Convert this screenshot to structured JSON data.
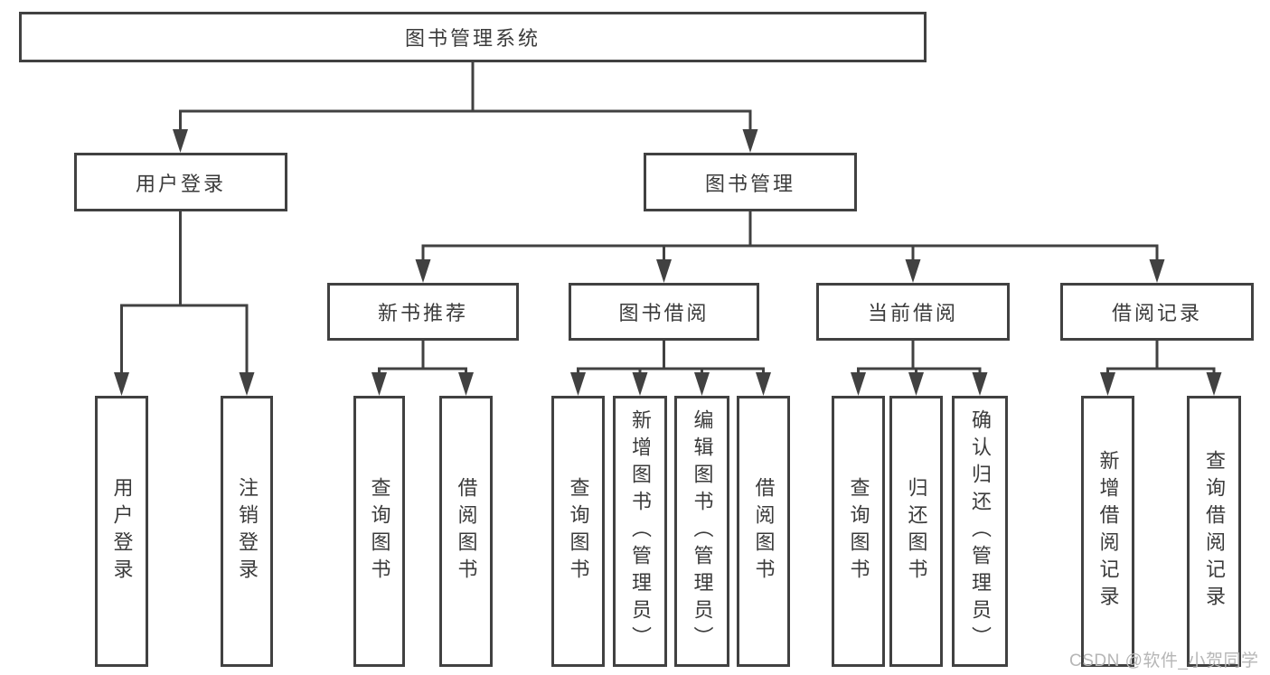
{
  "tree": {
    "root": {
      "label": "图书管理系统",
      "children": [
        {
          "label": "用户登录",
          "children": [
            {
              "label": "用户登录"
            },
            {
              "label": "注销登录"
            }
          ]
        },
        {
          "label": "图书管理",
          "children": [
            {
              "label": "新书推荐",
              "children": [
                {
                  "label": "查询图书"
                },
                {
                  "label": "借阅图书"
                }
              ]
            },
            {
              "label": "图书借阅",
              "children": [
                {
                  "label": "查询图书"
                },
                {
                  "label": "新增图书（管理员）"
                },
                {
                  "label": "编辑图书（管理员）"
                },
                {
                  "label": "借阅图书"
                }
              ]
            },
            {
              "label": "当前借阅",
              "children": [
                {
                  "label": "查询图书"
                },
                {
                  "label": "归还图书"
                },
                {
                  "label": "确认归还（管理员）"
                }
              ]
            },
            {
              "label": "借阅记录",
              "children": [
                {
                  "label": "新增借阅记录"
                },
                {
                  "label": "查询借阅记录"
                }
              ]
            }
          ]
        }
      ]
    }
  },
  "watermark": {
    "text": "CSDN @软件_小贺同学"
  },
  "colors": {
    "line": "#414141",
    "box_border": "#414141",
    "text": "#3b3b3b",
    "watermark": "#b6b6b6",
    "background": "#ffffff"
  }
}
